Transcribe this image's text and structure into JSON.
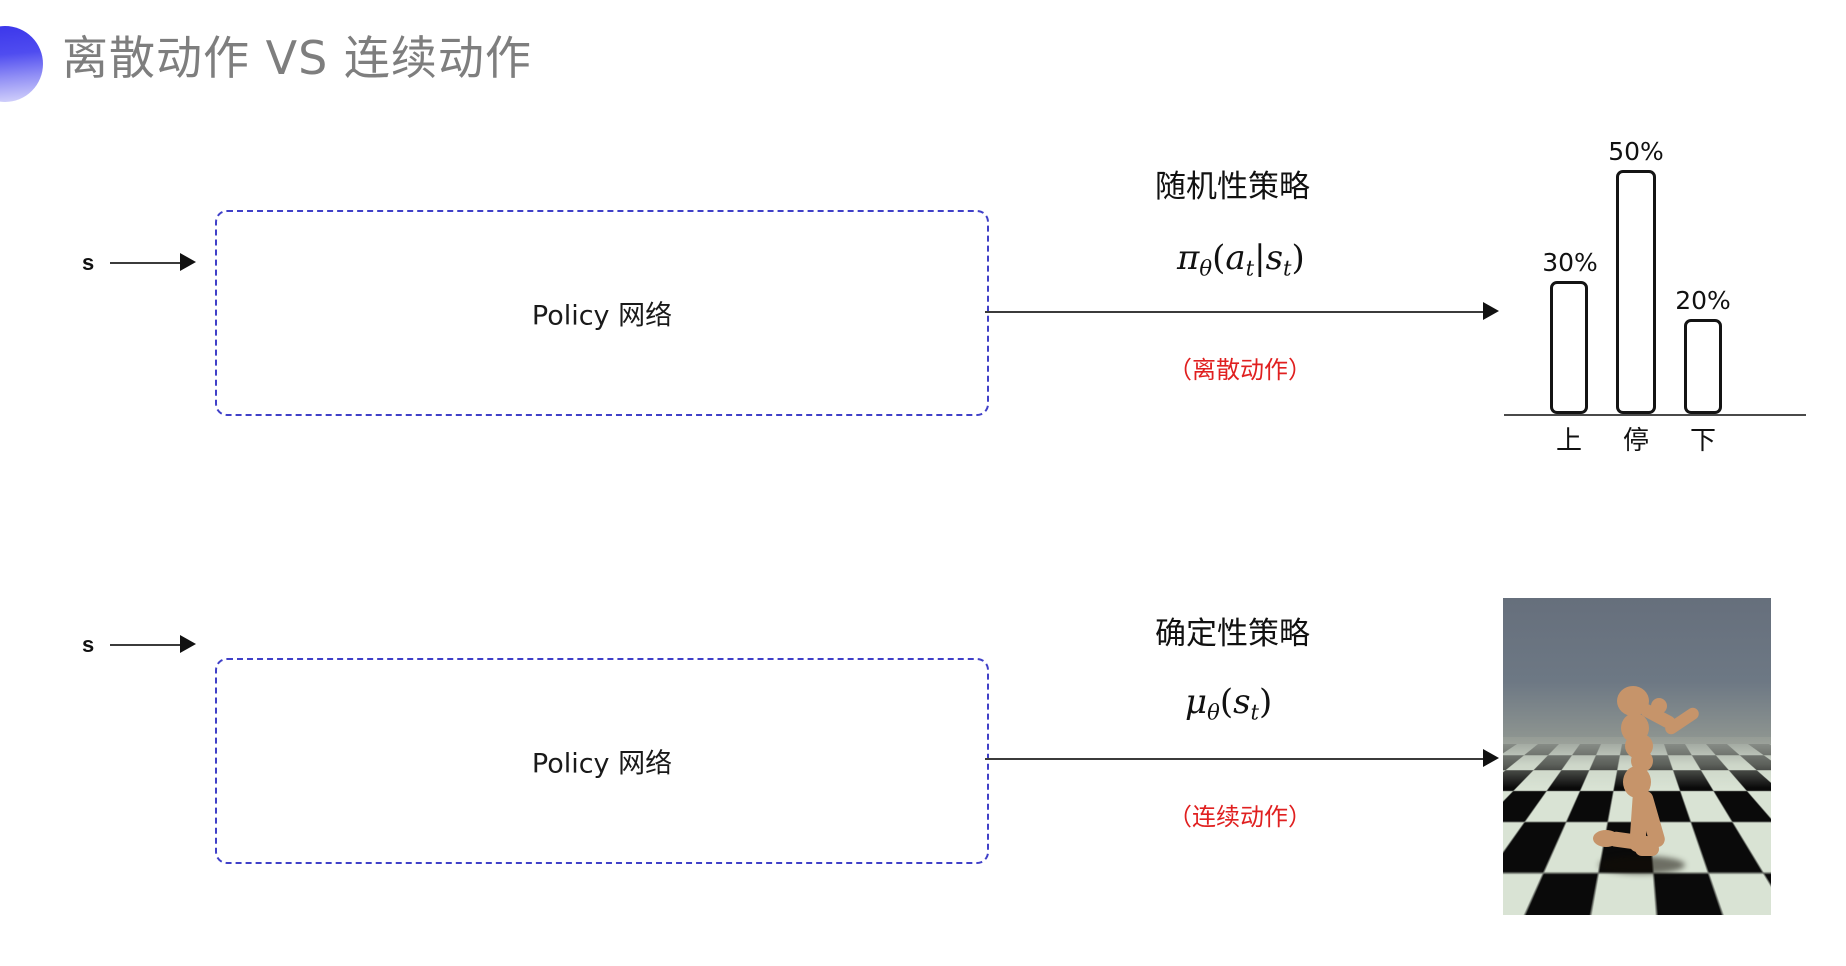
{
  "slide": {
    "title": "离散动作 VS 连续动作",
    "accent_color": "#3a35ea",
    "note_color": "#e02020",
    "box_border_color": "#4040c8"
  },
  "rows": [
    {
      "id": "discrete",
      "state_label": "s",
      "box_label": "Policy 网络",
      "policy_name": "随机性策略",
      "formula_plain": "πθ(at|st)",
      "formula_parts": {
        "pi": "π",
        "theta": "θ",
        "open": "(",
        "a": "a",
        "t1": "t",
        "bar": "|",
        "s": "s",
        "t2": "t",
        "close": ")"
      },
      "note": "（离散动作）",
      "output_kind": "bar-chart"
    },
    {
      "id": "continuous",
      "state_label": "s",
      "box_label": "Policy 网络",
      "policy_name": "确定性策略",
      "formula_plain": "μθ(st)",
      "formula_parts": {
        "mu": "μ",
        "theta": "θ",
        "open": "(",
        "s": "s",
        "t1": "t",
        "close": ")"
      },
      "note": "（连续动作）",
      "output_kind": "humanoid-render"
    }
  ],
  "chart_data": {
    "type": "bar",
    "title": "",
    "categories": [
      "上",
      "停",
      "下"
    ],
    "values": [
      30,
      50,
      20
    ],
    "value_labels": [
      "30%",
      "50%",
      "20%"
    ],
    "ylim": [
      0,
      55
    ],
    "xlabel": "",
    "ylabel": "",
    "grid": false,
    "legend": "none",
    "bar_fill": "#ffffff",
    "bar_stroke": "#141414"
  },
  "sim": {
    "caption": "",
    "sky_color": "#6d7885",
    "floor_light": "#d9e3d4",
    "floor_dark": "#0a0a0a",
    "body_color": "#c6946a"
  }
}
